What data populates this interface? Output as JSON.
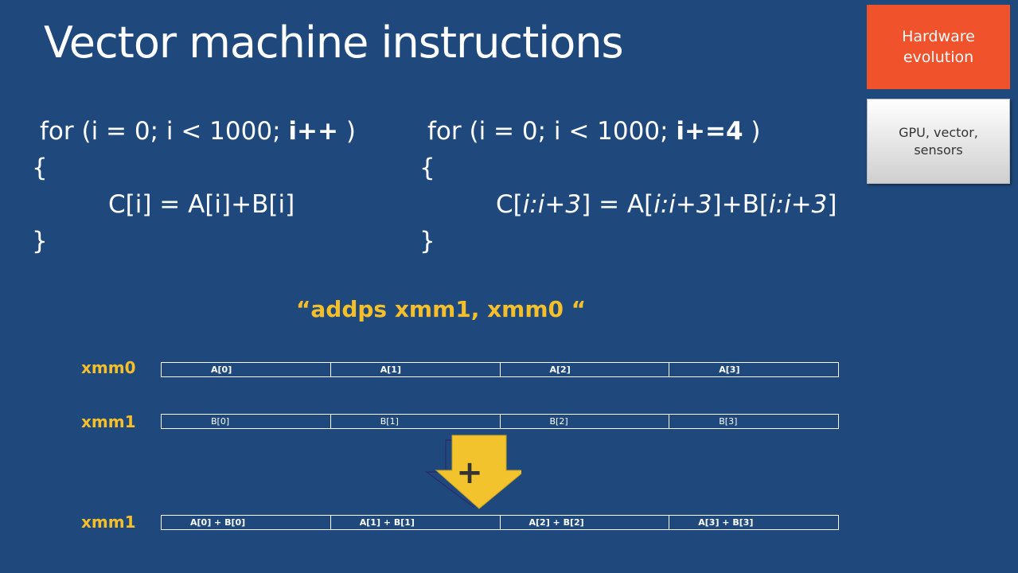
{
  "title": "Vector machine instructions",
  "tags": {
    "hardware": "Hardware evolution",
    "gpu": "GPU, vector, sensors"
  },
  "scalar_code": {
    "loop_head": "for (i = 0; i < 1000; ",
    "increment": "i++",
    "close_paren": ")",
    "open_brace": "{",
    "body": "C[i] = A[i]+B[i]",
    "close_brace": "}"
  },
  "vector_code": {
    "loop_head": "for (i = 0; i < 1000; ",
    "increment": "i+=4",
    "close_paren": ")",
    "open_brace": "{",
    "body_c": "C[",
    "body_idx1": "i:i+3",
    "body_eq_a": "] = A[",
    "body_idx2": "i:i+3",
    "body_plus_b": "]+B[",
    "body_idx3": "i:i+3",
    "body_end": "]",
    "close_brace": "}"
  },
  "instruction": "“addps  xmm1, xmm0 “",
  "registers": [
    {
      "label": "xmm0",
      "cells": [
        "A[0]",
        "A[1]",
        "A[2]",
        "A[3]"
      ]
    },
    {
      "label": "xmm1",
      "cells": [
        "B[0]",
        "B[1]",
        "B[2]",
        "B[3]"
      ]
    },
    {
      "label": "xmm1",
      "cells": [
        "A[0] + B[0]",
        "A[1] + B[1]",
        "A[2]  + B[2]",
        "A[3] + B[3]"
      ]
    }
  ],
  "plus_symbol": "+",
  "colors": {
    "background": "#1f497d",
    "accent_yellow": "#f5bf2a",
    "hardware_tag": "#f0522b",
    "arrow": "#f2c32c"
  }
}
